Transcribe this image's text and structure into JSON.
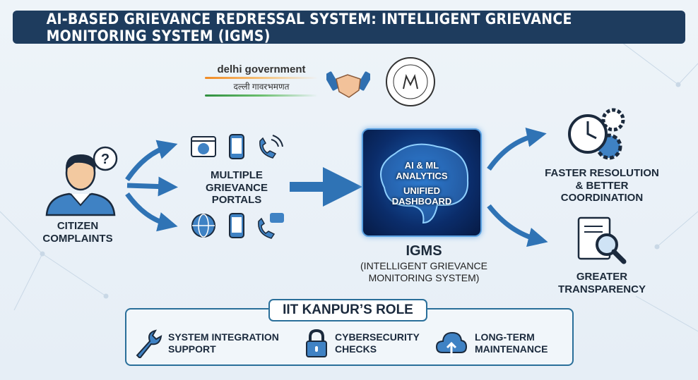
{
  "title": "AI-BASED GRIEVANCE REDRESSAL SYSTEM: INTELLIGENT GRIEVANCE MONITORING SYSTEM (IGMS)",
  "partners": {
    "delhi_logo_en": "delhi government",
    "delhi_logo_hi": "दल्ली गावरभमणत"
  },
  "citizen": {
    "label_line1": "CITIZEN",
    "label_line2": "COMPLAINTS"
  },
  "portals": {
    "line1": "MULTIPLE",
    "line2": "GRIEVANCE",
    "line3": "PORTALS"
  },
  "brain": {
    "line1": "AI & ML",
    "line2": "ANALYTICS",
    "line3": "UNIFIED",
    "line4": "DASHBOARD"
  },
  "igms": {
    "name": "IGMS",
    "line1": "(INTELLIGENT GRIEVANCE",
    "line2": "MONITORING SYSTEM)"
  },
  "outcomes": [
    {
      "line1": "FASTER RESOLUTION",
      "line2": "& BETTER",
      "line3": "COORDINATION"
    },
    {
      "line1": "GREATER",
      "line2": "TRANSPARENCY"
    }
  ],
  "role": {
    "title": "IIT KANPUR’S ROLE",
    "items": [
      {
        "line1": "SYSTEM INTEGRATION",
        "line2": "SUPPORT",
        "icon": "wrench-icon"
      },
      {
        "line1": "CYBERSECURITY",
        "line2": "CHECKS",
        "icon": "lock-icon"
      },
      {
        "line1": "LONG-TERM",
        "line2": "MAINTENANCE",
        "icon": "cloud-upload-icon"
      }
    ]
  },
  "colors": {
    "navy": "#1e3c5e",
    "blue": "#2f73b5",
    "teal_border": "#2a6f9a"
  }
}
